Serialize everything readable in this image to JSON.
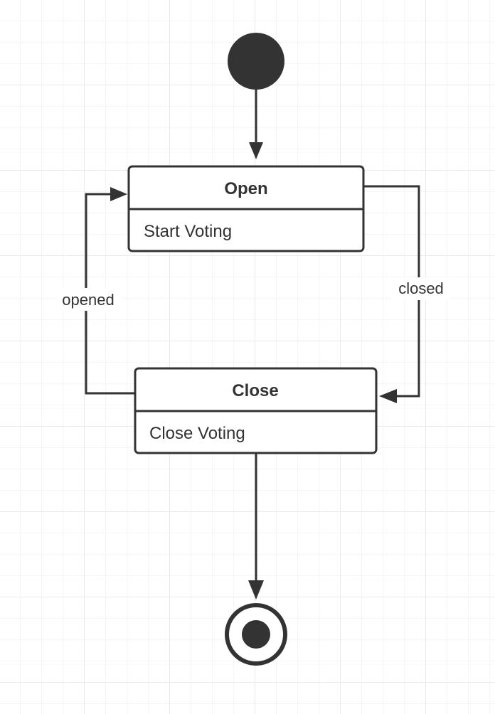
{
  "diagram": {
    "states": {
      "open": {
        "name": "Open",
        "action": "Start Voting"
      },
      "close": {
        "name": "Close",
        "action": "Close Voting"
      }
    },
    "transitions": {
      "closed": "closed",
      "opened": "opened"
    }
  },
  "colors": {
    "stroke": "#333333",
    "fill": "#ffffff",
    "node": "#333333"
  }
}
